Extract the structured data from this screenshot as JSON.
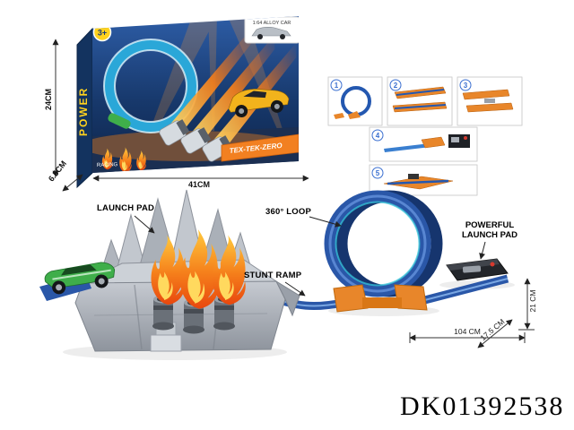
{
  "product_code": "DK01392538",
  "box": {
    "age_badge": "3+",
    "car_tag": "1:64 ALLOY CAR",
    "banner": "TEX-TEK-ZERO",
    "side_brand": "POWER",
    "front_small": "RACING",
    "width_label": "41CM",
    "height_label": "24CM",
    "depth_label": "6.5CM"
  },
  "instructions": {
    "step1": "1",
    "step2": "2",
    "step3": "3",
    "step4": "4",
    "step5": "5"
  },
  "callouts": {
    "launch_pad": "LAUNCH PAD",
    "loop": "360° LOOP",
    "stunt_ramp": "STUNT RAMP",
    "powerful_line1": "POWERFUL",
    "powerful_line2": "LAUNCH PAD"
  },
  "measurements": {
    "length": "104 CM",
    "height": "21 CM",
    "depth": "17.5 CM"
  },
  "colors": {
    "track_blue": "#2a57a8",
    "loop_blue": "#24509e",
    "accent_orange": "#e8862a",
    "flame_orange": "#f57f1b",
    "base_gray": "#a9aeb6",
    "car_green": "#3fae4a",
    "box_blue": "#17386b"
  }
}
